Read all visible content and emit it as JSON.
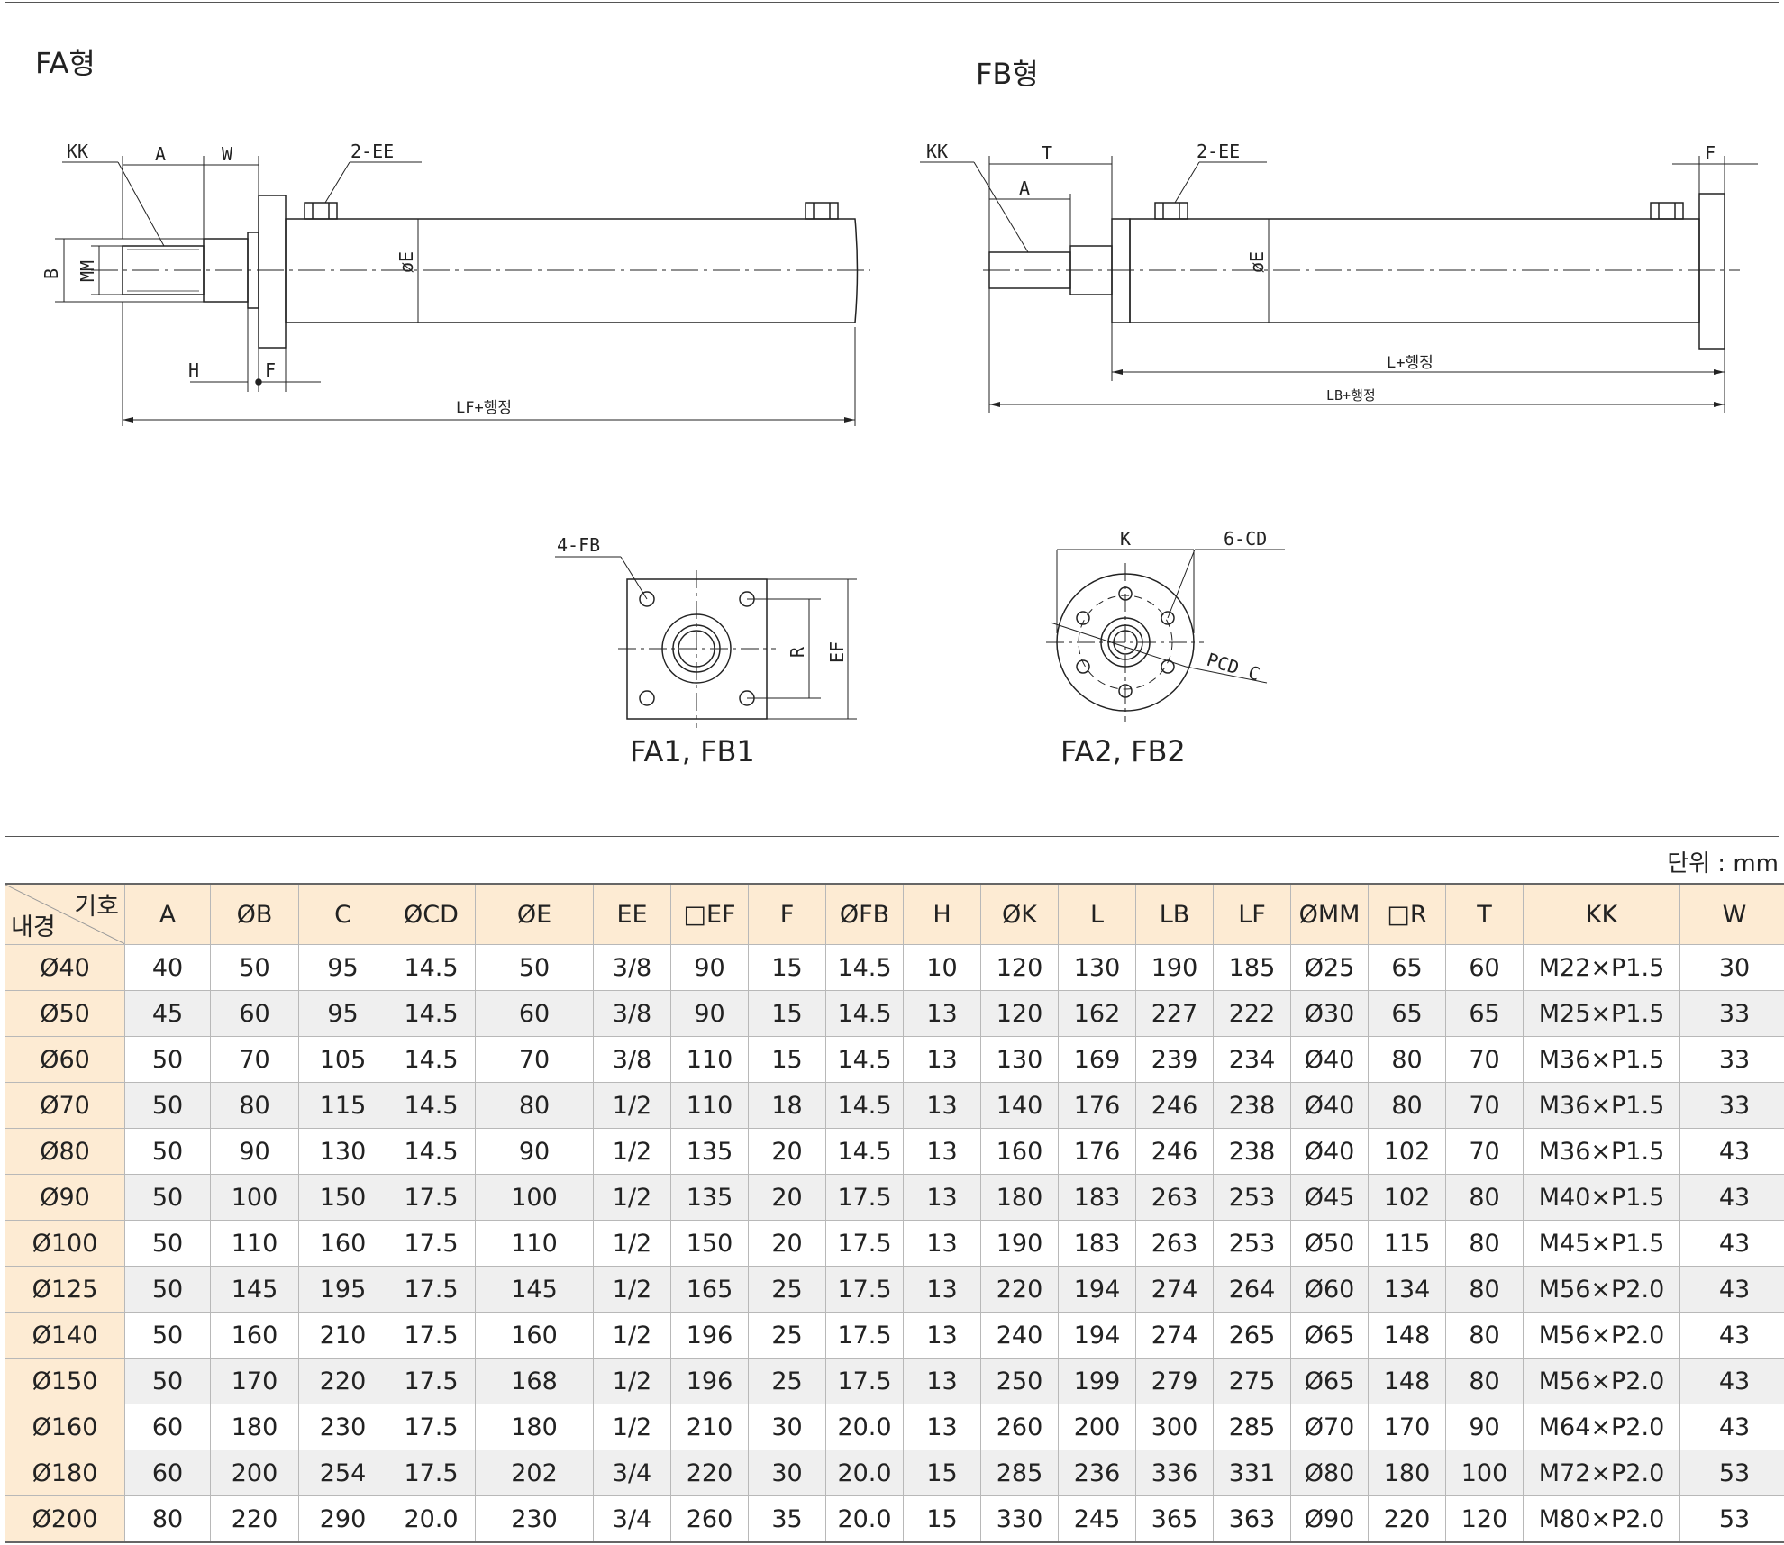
{
  "drawing": {
    "title_fa": "FA형",
    "title_fb": "FB형",
    "caption_square": "FA1, FB1",
    "caption_round": "FA2, FB2",
    "labels": {
      "kk": "KK",
      "a": "A",
      "w": "W",
      "ee": "2-EE",
      "b": "B",
      "mm": "MM",
      "e": "øE",
      "h": "H",
      "f": "F",
      "lf": "LF+행정",
      "t": "T",
      "l": "L+행정",
      "lb": "LB+행정",
      "fb": "4-FB",
      "r": "R",
      "ef": "EF",
      "k": "K",
      "cd": "6-CD",
      "pcd": "PCD C"
    }
  },
  "unit_label": "단위 : mm",
  "table": {
    "corner_symbol": "기호",
    "corner_bore": "내경",
    "columns": [
      "A",
      "ØB",
      "C",
      "ØCD",
      "ØE",
      "EE",
      "□EF",
      "F",
      "ØFB",
      "H",
      "ØK",
      "L",
      "LB",
      "LF",
      "ØMM",
      "□R",
      "T",
      "KK",
      "W"
    ],
    "rows": [
      {
        "bore": "Ø40",
        "cells": [
          "40",
          "50",
          "95",
          "14.5",
          "50",
          "3/8",
          "90",
          "15",
          "14.5",
          "10",
          "120",
          "130",
          "190",
          "185",
          "Ø25",
          "65",
          "60",
          "M22×P1.5",
          "30"
        ]
      },
      {
        "bore": "Ø50",
        "cells": [
          "45",
          "60",
          "95",
          "14.5",
          "60",
          "3/8",
          "90",
          "15",
          "14.5",
          "13",
          "120",
          "162",
          "227",
          "222",
          "Ø30",
          "65",
          "65",
          "M25×P1.5",
          "33"
        ]
      },
      {
        "bore": "Ø60",
        "cells": [
          "50",
          "70",
          "105",
          "14.5",
          "70",
          "3/8",
          "110",
          "15",
          "14.5",
          "13",
          "130",
          "169",
          "239",
          "234",
          "Ø40",
          "80",
          "70",
          "M36×P1.5",
          "33"
        ]
      },
      {
        "bore": "Ø70",
        "cells": [
          "50",
          "80",
          "115",
          "14.5",
          "80",
          "1/2",
          "110",
          "18",
          "14.5",
          "13",
          "140",
          "176",
          "246",
          "238",
          "Ø40",
          "80",
          "70",
          "M36×P1.5",
          "33"
        ]
      },
      {
        "bore": "Ø80",
        "cells": [
          "50",
          "90",
          "130",
          "14.5",
          "90",
          "1/2",
          "135",
          "20",
          "14.5",
          "13",
          "160",
          "176",
          "246",
          "238",
          "Ø40",
          "102",
          "70",
          "M36×P1.5",
          "43"
        ]
      },
      {
        "bore": "Ø90",
        "cells": [
          "50",
          "100",
          "150",
          "17.5",
          "100",
          "1/2",
          "135",
          "20",
          "17.5",
          "13",
          "180",
          "183",
          "263",
          "253",
          "Ø45",
          "102",
          "80",
          "M40×P1.5",
          "43"
        ]
      },
      {
        "bore": "Ø100",
        "cells": [
          "50",
          "110",
          "160",
          "17.5",
          "110",
          "1/2",
          "150",
          "20",
          "17.5",
          "13",
          "190",
          "183",
          "263",
          "253",
          "Ø50",
          "115",
          "80",
          "M45×P1.5",
          "43"
        ]
      },
      {
        "bore": "Ø125",
        "cells": [
          "50",
          "145",
          "195",
          "17.5",
          "145",
          "1/2",
          "165",
          "25",
          "17.5",
          "13",
          "220",
          "194",
          "274",
          "264",
          "Ø60",
          "134",
          "80",
          "M56×P2.0",
          "43"
        ]
      },
      {
        "bore": "Ø140",
        "cells": [
          "50",
          "160",
          "210",
          "17.5",
          "160",
          "1/2",
          "196",
          "25",
          "17.5",
          "13",
          "240",
          "194",
          "274",
          "265",
          "Ø65",
          "148",
          "80",
          "M56×P2.0",
          "43"
        ]
      },
      {
        "bore": "Ø150",
        "cells": [
          "50",
          "170",
          "220",
          "17.5",
          "168",
          "1/2",
          "196",
          "25",
          "17.5",
          "13",
          "250",
          "199",
          "279",
          "275",
          "Ø65",
          "148",
          "80",
          "M56×P2.0",
          "43"
        ]
      },
      {
        "bore": "Ø160",
        "cells": [
          "60",
          "180",
          "230",
          "17.5",
          "180",
          "1/2",
          "210",
          "30",
          "20.0",
          "13",
          "260",
          "200",
          "300",
          "285",
          "Ø70",
          "170",
          "90",
          "M64×P2.0",
          "43"
        ]
      },
      {
        "bore": "Ø180",
        "cells": [
          "60",
          "200",
          "254",
          "17.5",
          "202",
          "3/4",
          "220",
          "30",
          "20.0",
          "15",
          "285",
          "236",
          "336",
          "331",
          "Ø80",
          "180",
          "100",
          "M72×P2.0",
          "53"
        ]
      },
      {
        "bore": "Ø200",
        "cells": [
          "80",
          "220",
          "290",
          "20.0",
          "230",
          "3/4",
          "260",
          "35",
          "20.0",
          "15",
          "330",
          "245",
          "365",
          "363",
          "Ø90",
          "220",
          "120",
          "M80×P2.0",
          "53"
        ]
      }
    ]
  }
}
